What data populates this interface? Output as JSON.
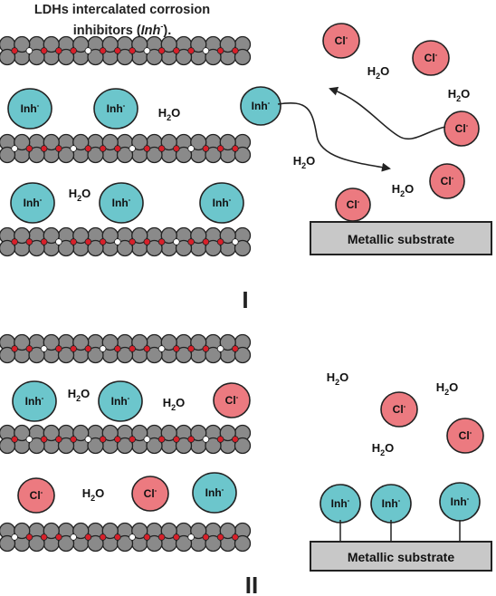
{
  "header": {
    "title_line1": "LDHs intercalated corrosion",
    "title_line2_prefix": "inhibitors (",
    "title_inh": "Inh",
    "title_sup": "-",
    "title_line2_suffix": ")."
  },
  "labels": {
    "inhibitor": "Inh",
    "chloride": "Cl",
    "charge": "-",
    "water_base": "H",
    "water_sub": "2",
    "water_tail": "O",
    "substrate": "Metallic substrate"
  },
  "panels": [
    {
      "roman": "I"
    },
    {
      "roman": "II"
    }
  ],
  "colors": {
    "inhibitor_fill": "#6cc6cc",
    "chloride_fill": "#ec7a80",
    "layer_atom": "#8a8a8a",
    "red_dot": "#d8202a",
    "substrate_fill": "#c8c8c8",
    "stroke": "#222222"
  }
}
